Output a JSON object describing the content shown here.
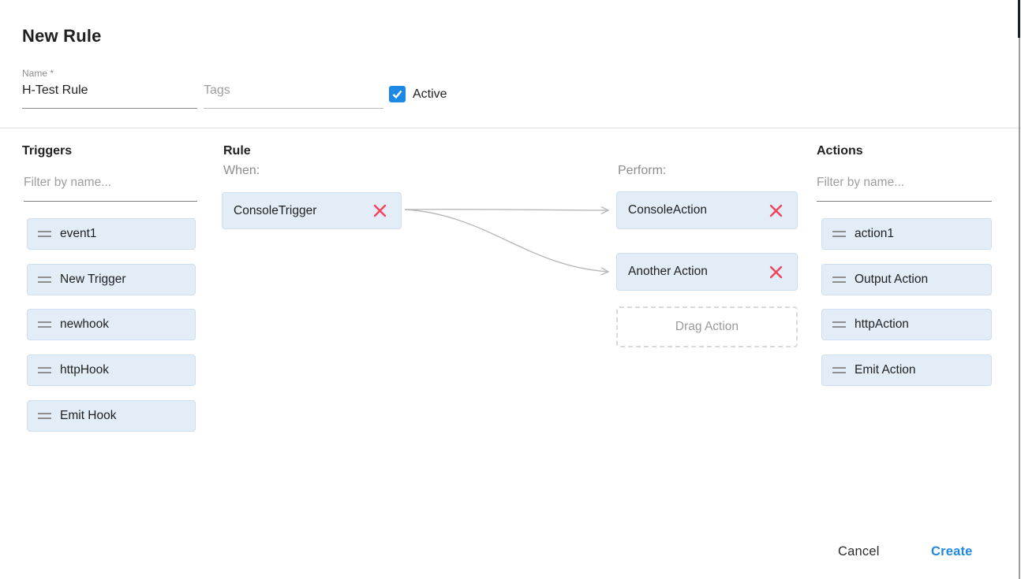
{
  "dialog": {
    "title": "New Rule",
    "name_field": {
      "label": "Name *",
      "value": "H-Test Rule"
    },
    "tags_field": {
      "placeholder": "Tags"
    },
    "active_checkbox": {
      "label": "Active",
      "checked": true
    },
    "footer": {
      "cancel_label": "Cancel",
      "create_label": "Create"
    }
  },
  "triggers_panel": {
    "title": "Triggers",
    "filter_placeholder": "Filter by name...",
    "items": [
      {
        "label": "event1"
      },
      {
        "label": "New Trigger"
      },
      {
        "label": "newhook"
      },
      {
        "label": "httpHook"
      },
      {
        "label": "Emit Hook"
      }
    ]
  },
  "rule_panel": {
    "title": "Rule",
    "when_label": "When:",
    "perform_label": "Perform:",
    "when_items": [
      {
        "label": "ConsoleTrigger"
      }
    ],
    "perform_items": [
      {
        "label": "ConsoleAction"
      },
      {
        "label": "Another Action"
      }
    ],
    "drop_placeholder": "Drag Action",
    "connections": [
      {
        "from": "ConsoleTrigger",
        "to": "ConsoleAction"
      },
      {
        "from": "ConsoleTrigger",
        "to": "Another Action"
      }
    ]
  },
  "actions_panel": {
    "title": "Actions",
    "filter_placeholder": "Filter by name...",
    "items": [
      {
        "label": "action1"
      },
      {
        "label": "Output Action"
      },
      {
        "label": "httpAction"
      },
      {
        "label": "Emit Action"
      }
    ]
  },
  "colors": {
    "accent_blue": "#1e88e5",
    "card_background": "#e2edf8",
    "card_border": "#cddff0",
    "remove_red": "#f5415a",
    "arrow_gray": "#b9b9b9"
  }
}
